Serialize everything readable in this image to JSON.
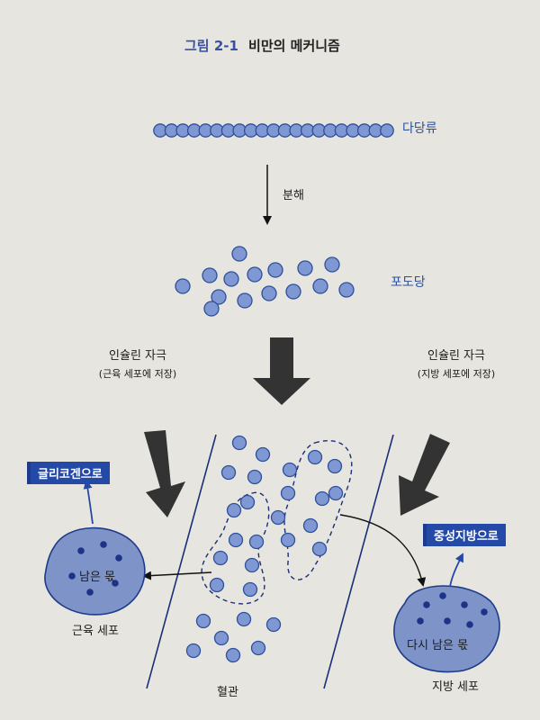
{
  "title": {
    "figure_number": "그림 2-1",
    "text": "비만의 메커니즘"
  },
  "labels": {
    "polysaccharide": "다당류",
    "breakdown": "분해",
    "glucose": "포도당",
    "insulin_left_main": "인슐린 자극",
    "insulin_left_sub": "(근육 세포에 저장)",
    "insulin_right_main": "인슐린 자극",
    "insulin_right_sub": "(지방 세포에 저장)",
    "to_glycogen": "글리코겐으로",
    "to_triglyceride": "중성지방으로",
    "remaining_left": "남은 몫",
    "remaining_right": "다시 남은 몫",
    "muscle_cell": "근육 세포",
    "fat_cell": "지방 세포",
    "blood_vessel": "혈관"
  },
  "colors": {
    "circle_fill": "#7f98d4",
    "circle_stroke": "#2e4f9a",
    "dot_fill": "#1d3388",
    "box_fill": "#2449a6",
    "cell_fill": "#7e93c7",
    "arrow_dark": "#333333",
    "background": "#e6e5df"
  }
}
